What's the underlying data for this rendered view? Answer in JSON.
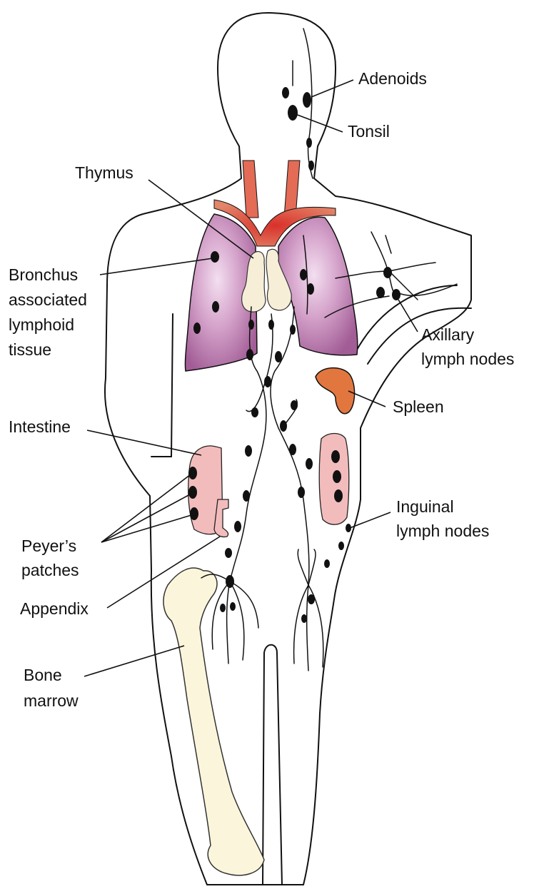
{
  "labels": {
    "adenoids": "Adenoids",
    "tonsil": "Tonsil",
    "thymus": "Thymus",
    "bronchus": [
      "Bronchus",
      "associated",
      "lymphoid",
      "tissue"
    ],
    "axillary": [
      "Axillary",
      "lymph nodes"
    ],
    "spleen": "Spleen",
    "intestine": "Intestine",
    "peyers": [
      "Peyer’s",
      "patches"
    ],
    "appendix": "Appendix",
    "inguinal": [
      "Inguinal",
      "lymph nodes"
    ],
    "bone_marrow": [
      "Bone",
      "marrow"
    ]
  },
  "colors": {
    "skin": "#fcebe6",
    "lung": "#a25d96",
    "lung_highlight": "#e9c9e0",
    "thymus": "#f6eed7",
    "vessel_red": "#d2452c",
    "spleen": "#e2763f",
    "intestine": "#f3bcbc",
    "bone": "#fbf6db",
    "node": "#111111"
  }
}
